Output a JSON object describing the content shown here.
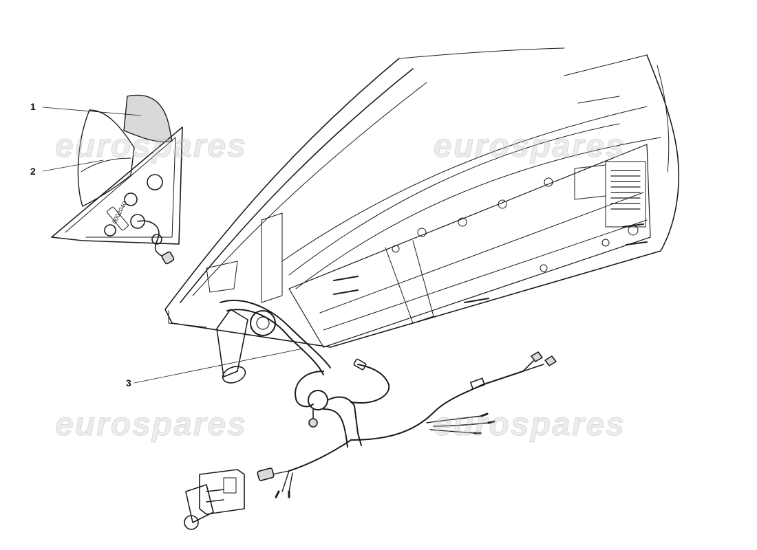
{
  "diagram": {
    "callouts": [
      {
        "id": "1",
        "label": "1"
      },
      {
        "id": "2",
        "label": "2"
      },
      {
        "id": "3",
        "label": "3"
      }
    ],
    "mirror_part_code": "0002040",
    "watermark_text": "eurospares",
    "colors": {
      "line": "#1a1a1a",
      "shade": "#d9d9d9",
      "background": "#ffffff"
    }
  }
}
